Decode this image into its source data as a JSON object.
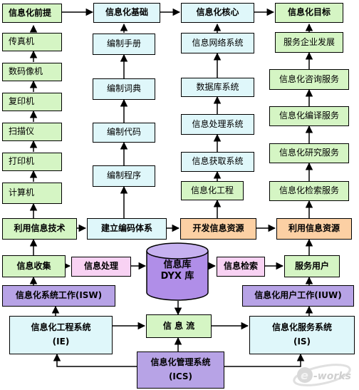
{
  "columns": {
    "prereq": {
      "header": "信息化前提",
      "items": [
        "传真机",
        "数码像机",
        "复印机",
        "扫描仪",
        "打印机",
        "计算机"
      ]
    },
    "basis": {
      "header": "信息化基础",
      "items": [
        "编制手册",
        "编制词典",
        "编制代码",
        "编制程序"
      ]
    },
    "core": {
      "header": "信息化核心",
      "items": [
        "信息网络系统",
        "数据库系统",
        "信息处理系统",
        "信息获取系统",
        "信息化工程"
      ]
    },
    "goal": {
      "header": "信息化目标",
      "items": [
        "服务企业发展",
        "信息化咨询服务",
        "信息化编译服务",
        "信息化研究服务",
        "信息化检索服务"
      ]
    }
  },
  "row_process": [
    "利用信息技术",
    "建立编码体系",
    "开发信息资源",
    "利用信息资源"
  ],
  "row_flow": {
    "collect": "信息收集",
    "process": "信息处理",
    "database": {
      "line1": "信息库",
      "line2": "DYX 库"
    },
    "retrieve": "信息检索",
    "serve": "服务用户"
  },
  "work": {
    "system": "信息化系统工作(ISW)",
    "user": "信息化用户工作(IUW)"
  },
  "systems": {
    "engineering": {
      "line1": "信息化工程系统",
      "line2": "(IE)"
    },
    "stream": "信 息 流",
    "service": {
      "line1": "信息化服务系统",
      "line2": "(IS)"
    },
    "management": {
      "line1": "信息化管理系统",
      "line2": "(ICS)"
    }
  },
  "logo": "e-works",
  "colors": {
    "green": "#d5f5c4",
    "cyan": "#dff7fa",
    "orange": "#fcd0a4",
    "pink": "#f8d2f3",
    "purple": "#b7a3e6",
    "database": "#b08ee8"
  }
}
